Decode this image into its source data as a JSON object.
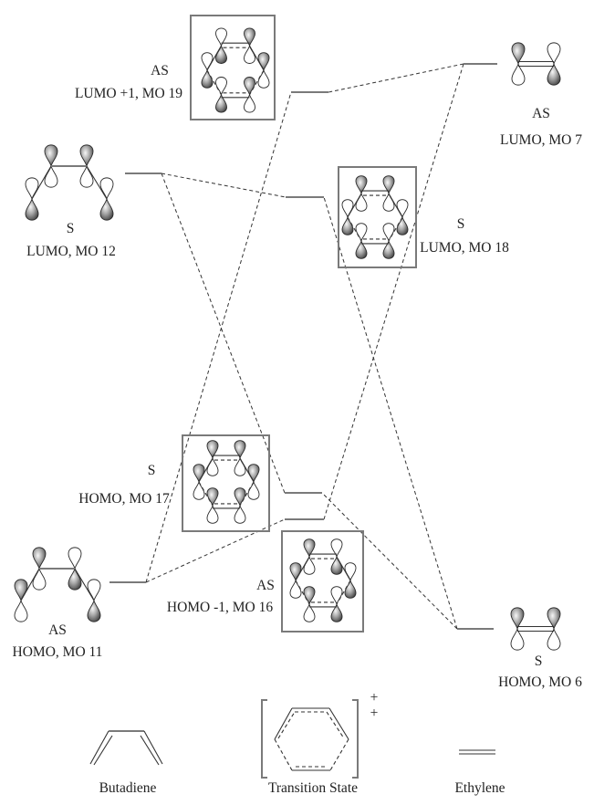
{
  "diagram": {
    "species": {
      "butadiene": {
        "label": "Butadiene"
      },
      "transition_state": {
        "label": "Transition State",
        "marker": [
          "+",
          "+"
        ]
      },
      "ethylene": {
        "label": "Ethylene"
      }
    },
    "orbitals": [
      {
        "id": "mo19",
        "species": "transition_state",
        "symmetry": "AS",
        "label": "LUMO +1, MO 19",
        "shaded_lobe": [
          "lower",
          "upper",
          "lower",
          "upper",
          "lower",
          "upper"
        ]
      },
      {
        "id": "mo7",
        "species": "ethylene",
        "symmetry": "AS",
        "label": "LUMO, MO 7",
        "shaded_lobe": [
          "upper",
          "lower"
        ]
      },
      {
        "id": "mo12",
        "species": "butadiene",
        "symmetry": "S",
        "label": "LUMO, MO 12",
        "shaded_lobe": [
          "lower",
          "upper",
          "upper",
          "lower"
        ]
      },
      {
        "id": "mo18",
        "species": "transition_state",
        "symmetry": "S",
        "label": "LUMO, MO 18",
        "shaded_lobe": [
          "upper",
          "upper",
          "lower",
          "lower",
          "lower",
          "lower"
        ]
      },
      {
        "id": "mo17",
        "species": "transition_state",
        "symmetry": "S",
        "label": "HOMO, MO 17",
        "shaded_lobe": [
          "upper",
          "upper",
          "upper",
          "upper",
          "upper",
          "upper"
        ]
      },
      {
        "id": "mo16",
        "species": "transition_state",
        "symmetry": "AS",
        "label": "HOMO -1, MO 16",
        "shaded_lobe": [
          "upper",
          "lower",
          "upper",
          "lower",
          "upper",
          "lower"
        ]
      },
      {
        "id": "mo11",
        "species": "butadiene",
        "symmetry": "AS",
        "label": "HOMO, MO 11",
        "shaded_lobe": [
          "upper",
          "upper",
          "lower",
          "lower"
        ]
      },
      {
        "id": "mo6",
        "species": "ethylene",
        "symmetry": "S",
        "label": "HOMO, MO 6",
        "shaded_lobe": [
          "upper",
          "upper"
        ]
      }
    ],
    "correlations": [
      {
        "from": "mo12",
        "to": "mo18"
      },
      {
        "from": "mo12",
        "to": "mo17"
      },
      {
        "from": "mo11",
        "to": "mo19"
      },
      {
        "from": "mo11",
        "to": "mo16"
      },
      {
        "from": "mo7",
        "to": "mo19"
      },
      {
        "from": "mo7",
        "to": "mo16"
      },
      {
        "from": "mo6",
        "to": "mo18"
      },
      {
        "from": "mo6",
        "to": "mo17"
      }
    ],
    "palette": {
      "energy_level": "#7a7a7a",
      "correlation_line": "#333333",
      "shaded_lobe": "#3a3a3a",
      "unshaded_lobe": "#ffffff"
    }
  }
}
